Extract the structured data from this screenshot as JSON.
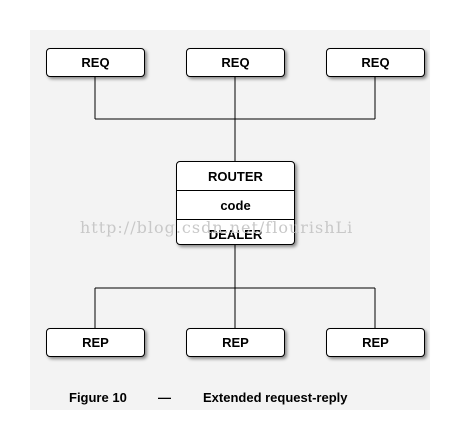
{
  "nodes": {
    "req": [
      "REQ",
      "REQ",
      "REQ"
    ],
    "router_rows": [
      "ROUTER",
      "code",
      "DEALER"
    ],
    "rep": [
      "REP",
      "REP",
      "REP"
    ]
  },
  "watermark": "http://blog.csdn.net/flourishLi",
  "caption": {
    "label": "Figure 10",
    "dash": "—",
    "title": "Extended request-reply"
  },
  "colors": {
    "line": "#000000",
    "panel": "#f3f3f3",
    "watermark": "#c8c8c8"
  }
}
